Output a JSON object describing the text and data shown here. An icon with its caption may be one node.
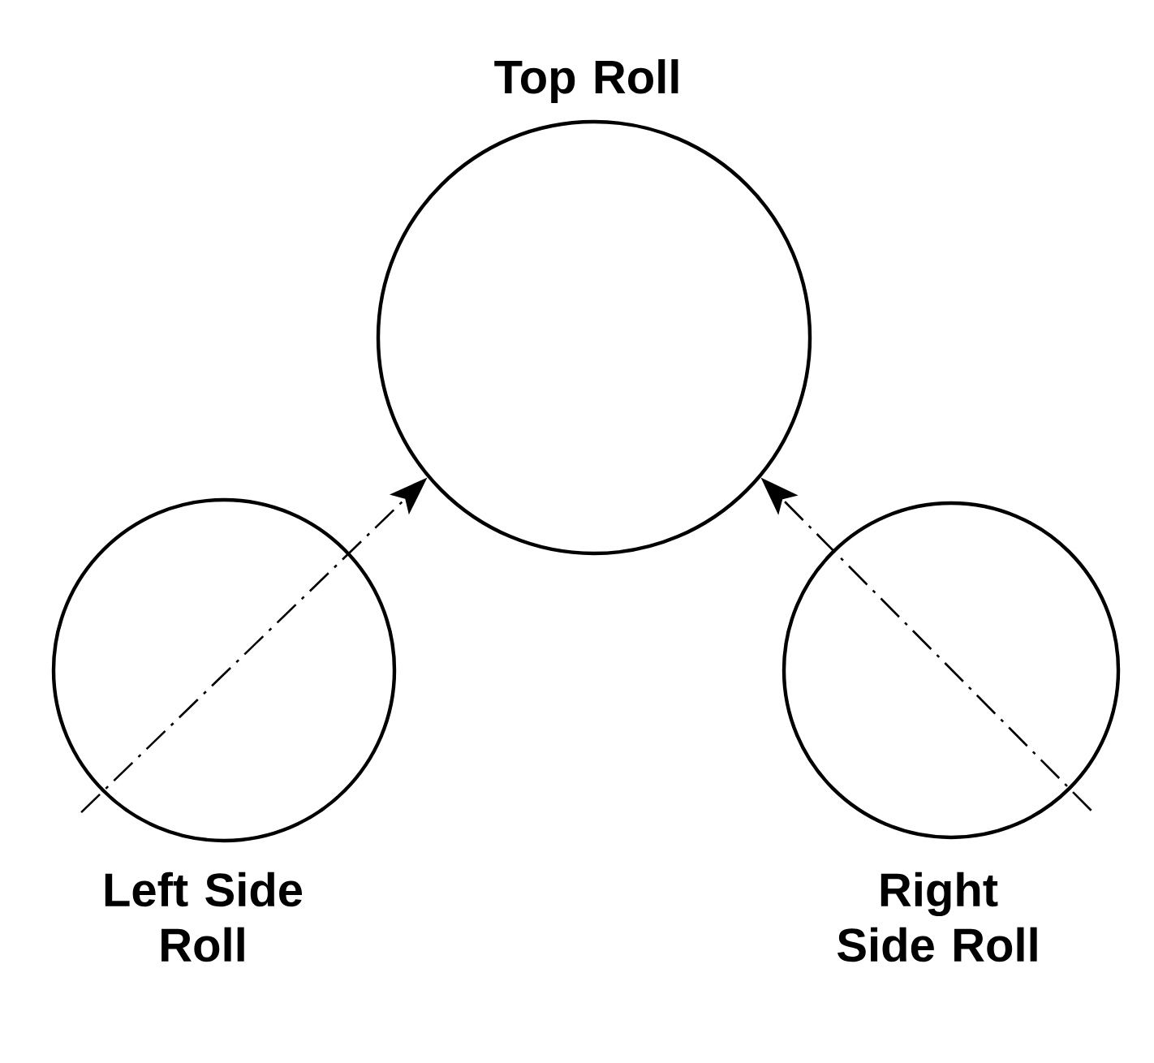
{
  "diagram": {
    "nodes": [
      {
        "text": [
          "Top Roll"
        ]
      },
      {
        "text": [
          "Left Side Roll"
        ]
      },
      {
        "text": [
          "Right Side Roll"
        ]
      }
    ],
    "edges": [
      {
        "from": 1,
        "to": 0,
        "arrow": "to",
        "style": "dashed"
      },
      {
        "from": 2,
        "to": 0,
        "arrow": "to",
        "style": "dashed"
      }
    ]
  }
}
